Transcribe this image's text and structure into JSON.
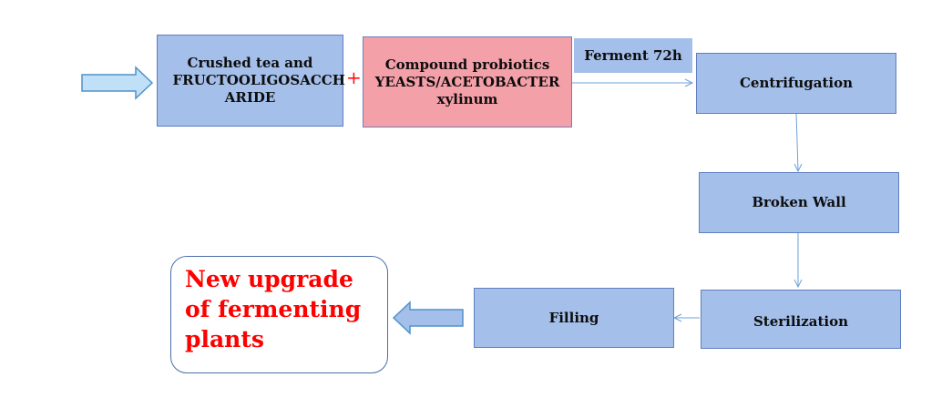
{
  "nodes": {
    "crushed_tea": "Crushed tea and FRUCTOOLIGOSACCH ARIDE",
    "probiotics": "Compound probiotics YEASTS/ACETOBACTER xylinum",
    "ferment_label": "Ferment 72h",
    "centrifugation": "Centrifugation",
    "broken_wall": "Broken Wall",
    "sterilization": "Sterilization",
    "filling": "Filling",
    "final": "New upgrade of fermenting plants"
  },
  "plus_sign": "+",
  "colors": {
    "box_fill": "#a4bfea",
    "probiotics_fill": "#f4a0a9",
    "final_text": "#ff0000",
    "arrow": "#4f93c9"
  }
}
